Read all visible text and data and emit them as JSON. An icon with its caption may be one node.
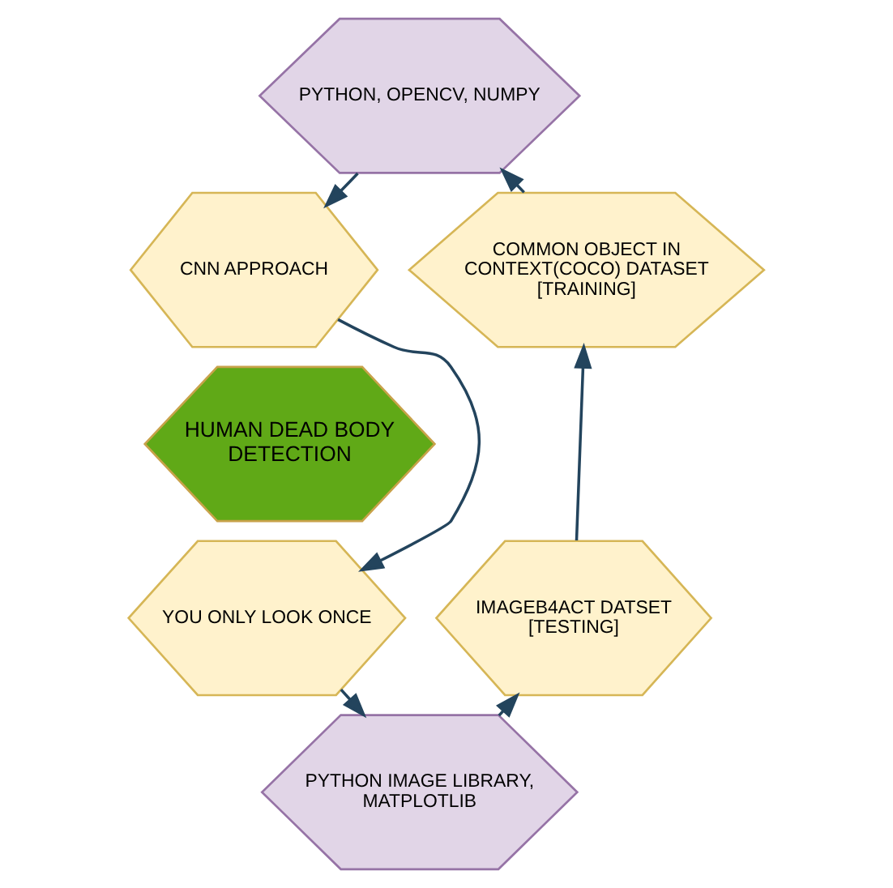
{
  "diagram": {
    "nodes": [
      {
        "text": [
          "HUMAN DEAD BODY DETECTION"
        ]
      },
      {
        "text": [
          "PYTHON, OPENCV, NUMPY"
        ]
      },
      {
        "text": [
          "CNN APPROACH"
        ]
      },
      {
        "text": [
          "YOU ONLY LOOK ONCE"
        ]
      },
      {
        "text": [
          "PYTHON IMAGE LIBRARY, MATPLOTLIB"
        ]
      },
      {
        "text": [
          "IMAGEB4ACT DATSET [TESTING]"
        ]
      },
      {
        "text": [
          "COMMON OBJECT IN CONTEXT(COCO) DATASET [TRAINING]"
        ]
      }
    ],
    "edges": [
      {
        "from": 6,
        "to": 1,
        "arrow": "to"
      },
      {
        "from": 1,
        "to": 2,
        "arrow": "to"
      },
      {
        "from": 2,
        "to": 3,
        "arrow": "to"
      },
      {
        "from": 3,
        "to": 4,
        "arrow": "to"
      },
      {
        "from": 4,
        "to": 5,
        "arrow": "to"
      },
      {
        "from": 5,
        "to": 6,
        "arrow": "to"
      }
    ]
  }
}
